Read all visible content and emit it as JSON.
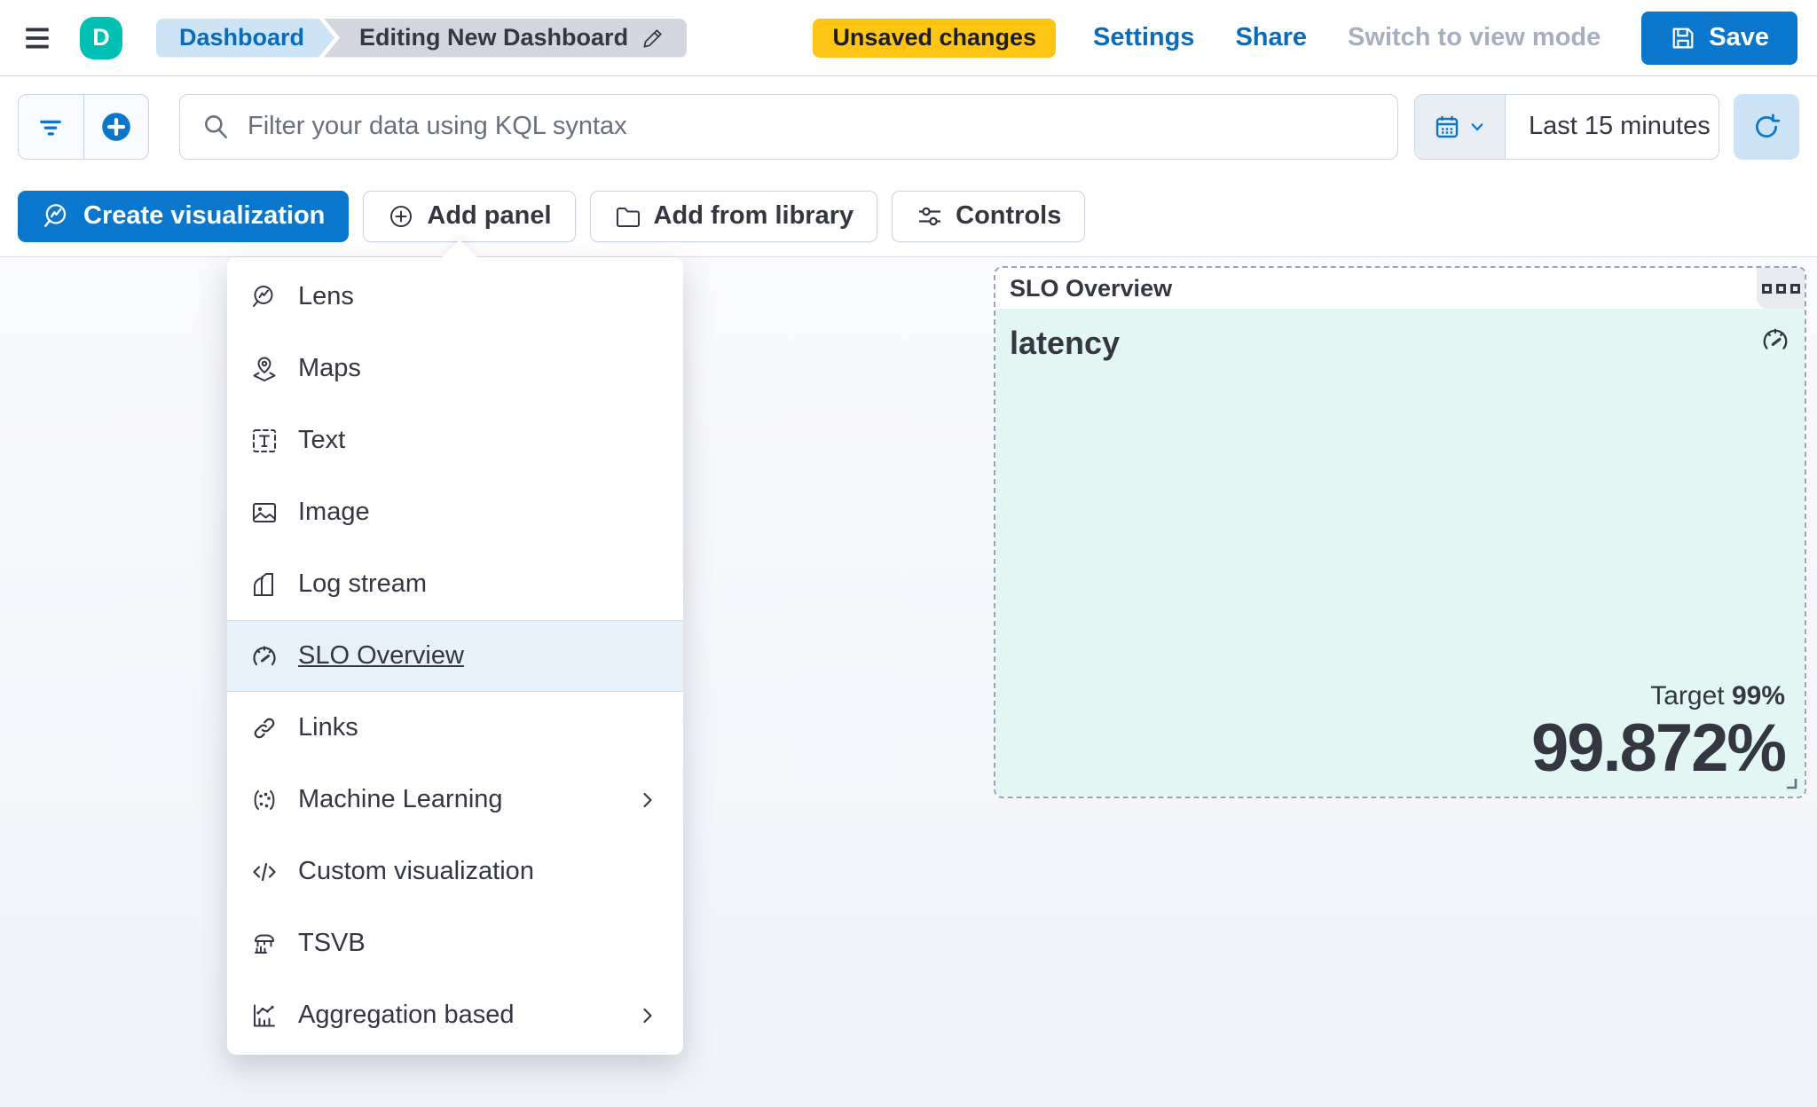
{
  "header": {
    "avatar_initial": "D",
    "breadcrumb_dashboard": "Dashboard",
    "breadcrumb_current": "Editing New Dashboard",
    "unsaved_badge": "Unsaved changes",
    "settings": "Settings",
    "share": "Share",
    "switch_to_view_mode": "Switch to view mode",
    "save": "Save"
  },
  "query_bar": {
    "search_placeholder": "Filter your data using KQL syntax",
    "time_range": "Last 15 minutes"
  },
  "toolbar": {
    "create_visualization": "Create visualization",
    "add_panel": "Add panel",
    "add_from_library": "Add from library",
    "controls": "Controls"
  },
  "add_panel_menu": {
    "items": [
      {
        "label": "Lens",
        "icon": "lens-icon",
        "selected": false,
        "has_submenu": false
      },
      {
        "label": "Maps",
        "icon": "maps-icon",
        "selected": false,
        "has_submenu": false
      },
      {
        "label": "Text",
        "icon": "text-icon",
        "selected": false,
        "has_submenu": false
      },
      {
        "label": "Image",
        "icon": "image-icon",
        "selected": false,
        "has_submenu": false
      },
      {
        "label": "Log stream",
        "icon": "log-stream-icon",
        "selected": false,
        "has_submenu": false
      },
      {
        "label": "SLO Overview",
        "icon": "gauge-icon",
        "selected": true,
        "has_submenu": false
      },
      {
        "label": "Links",
        "icon": "link-icon",
        "selected": false,
        "has_submenu": false
      },
      {
        "label": "Machine Learning",
        "icon": "machine-learning-icon",
        "selected": false,
        "has_submenu": true
      },
      {
        "label": "Custom visualization",
        "icon": "code-icon",
        "selected": false,
        "has_submenu": false
      },
      {
        "label": "TSVB",
        "icon": "tsvb-icon",
        "selected": false,
        "has_submenu": false
      },
      {
        "label": "Aggregation based",
        "icon": "aggregation-icon",
        "selected": false,
        "has_submenu": true
      }
    ]
  },
  "slo_panel": {
    "title": "SLO Overview",
    "metric_name": "latency",
    "target_label": "Target",
    "target_value": "99%",
    "value": "99.872%"
  },
  "colors": {
    "primary_fill": "#0B77CC",
    "link_blue": "#0A6BB8",
    "warning_badge": "#FEC514",
    "avatar_teal": "#00BFB3",
    "panel_background": "#E2F7F3",
    "menu_highlight": "#E6F1FA",
    "text_dark": "#343741"
  }
}
